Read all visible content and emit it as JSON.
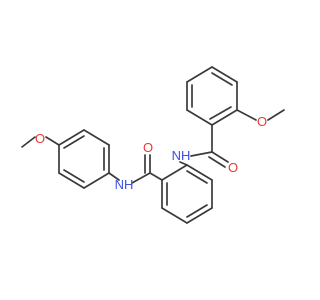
{
  "colors": {
    "bond": "#3a3a3a",
    "oxygen": "#e63b3b",
    "nitrogen": "#3b50e6",
    "background": "#ffffff"
  },
  "atoms": {
    "methoxy_o_top": "O",
    "amide_o_top": "O",
    "amide_n_top": "NH",
    "amide_o_mid": "O",
    "amide_n_mid": "NH",
    "methoxy_o_left": "O"
  }
}
